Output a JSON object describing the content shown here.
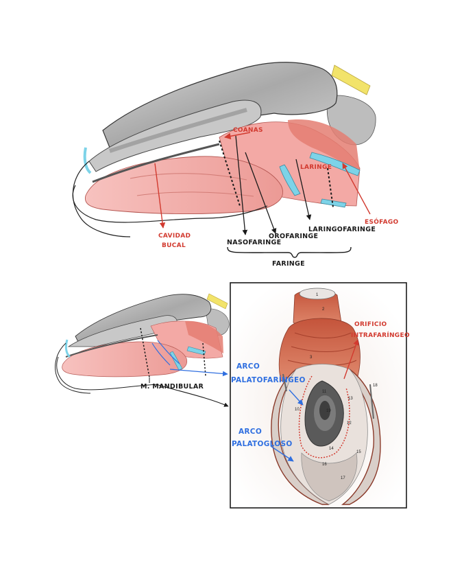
{
  "top_figure": {
    "labels": {
      "coanas": "COANAS",
      "laringe": "LARINGE",
      "cavidad_bucal_line1": "CAVIDAD",
      "cavidad_bucal_line2": "BUCAL",
      "esofago": "ESÓFAGO",
      "nasofaringe": "NASOFARINGE",
      "orofaringe": "OROFARINGE",
      "laringofaringe": "LARINGOFARINGE",
      "faringe": "FARINGE"
    }
  },
  "bottom_figure": {
    "labels": {
      "m_mandibular": "M. MANDIBULAR",
      "arco_palatofaringeo_line1": "ARCO",
      "arco_palatofaringeo_line2": "PALATOFARÍNGEO",
      "arco_palatogloso_line1": "ARCO",
      "arco_palatogloso_line2": "PALATOGLOSO",
      "orificio_line1": "ORIFICIO",
      "orificio_line2": "INTRAFARÍNGEO"
    },
    "inset_numbers": [
      "1",
      "2",
      "3",
      "11",
      "10",
      "13",
      "12",
      "14",
      "15",
      "16",
      "17",
      "18",
      "19"
    ]
  },
  "colors": {
    "outline": "#1a1a1a",
    "bone_gray": "#c9c9c9",
    "mucosa_pink": "#f2a9a6",
    "muscle_red": "#e47e72",
    "cartilage_blue": "#7dd3e8",
    "nerve_yellow": "#f2e36a",
    "annotation_red": "#d23a2f",
    "annotation_blue": "#2f6fe0"
  }
}
